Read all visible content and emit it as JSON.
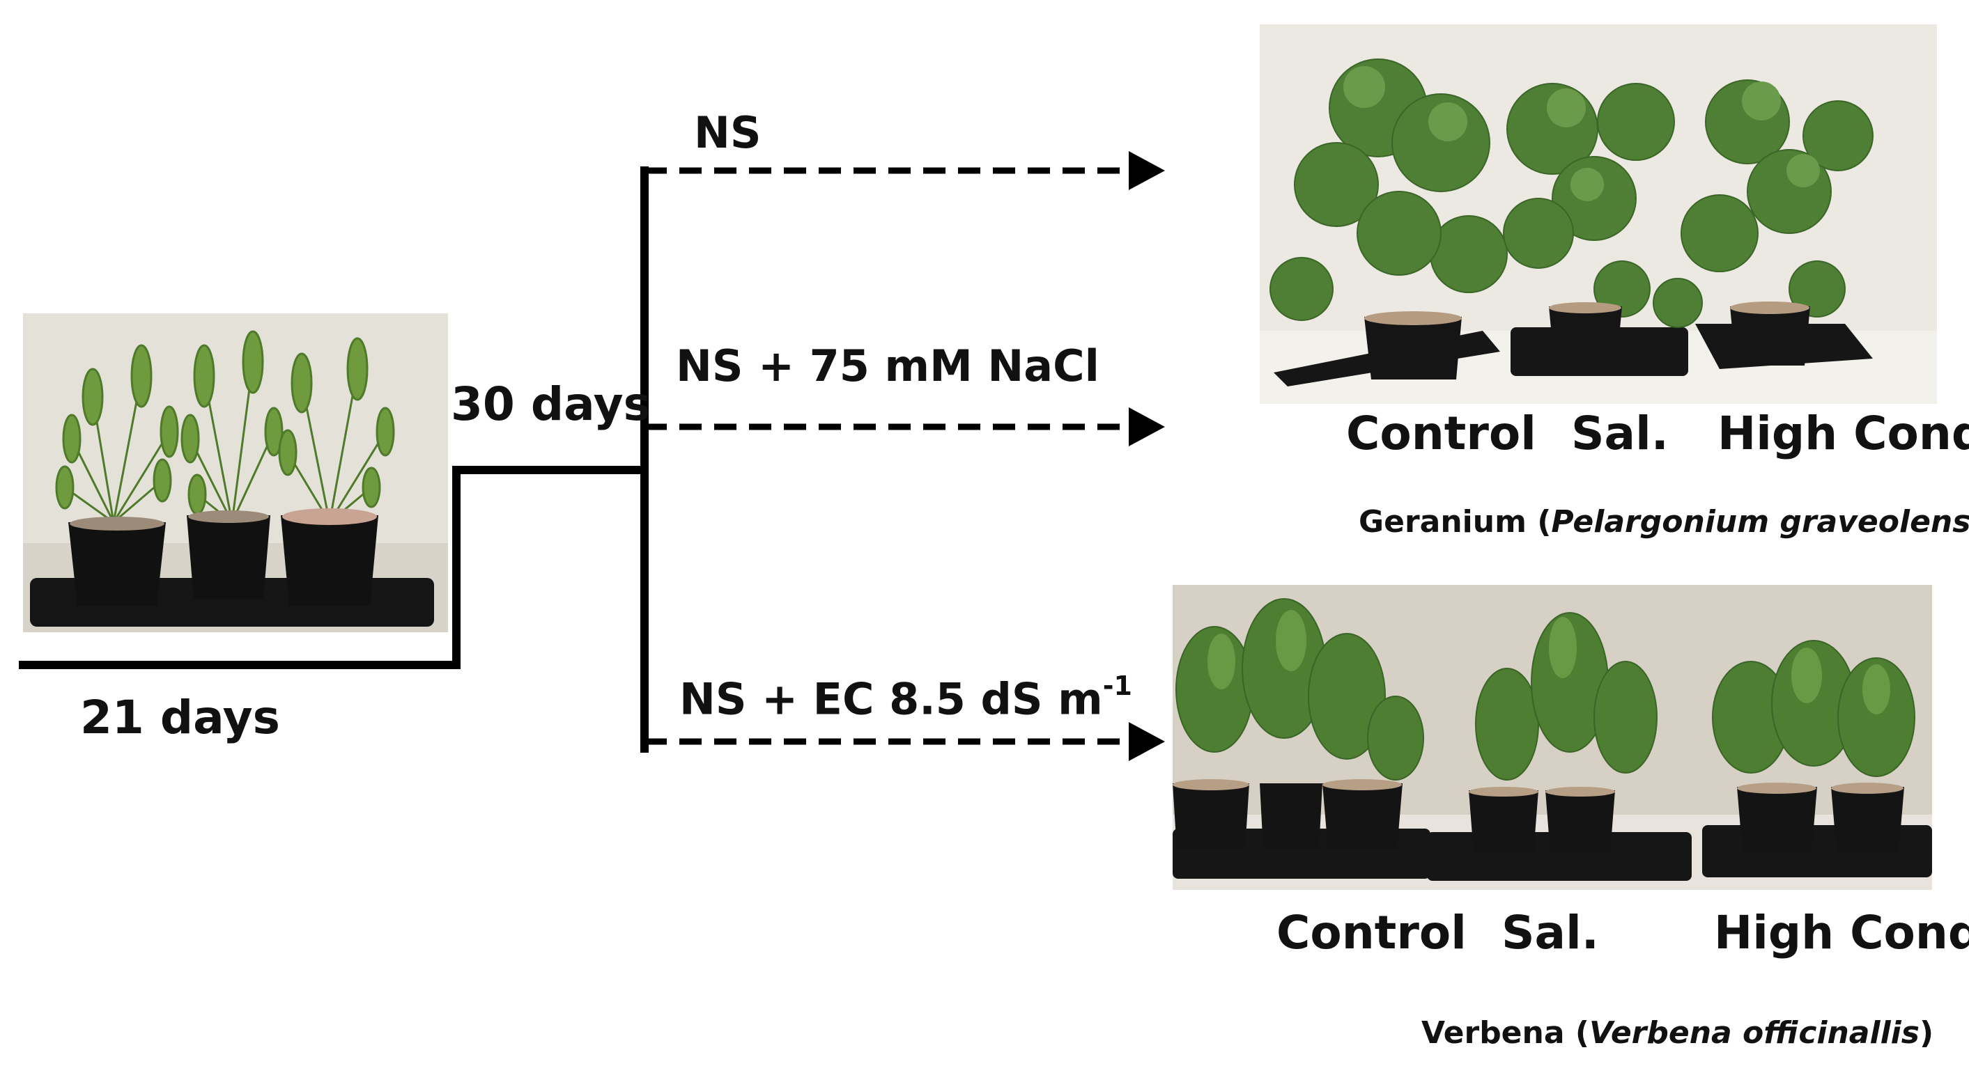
{
  "timeline": {
    "start_label": "21 days",
    "branch_label": "30 days"
  },
  "treatments": [
    {
      "label": "NS",
      "superscript": ""
    },
    {
      "label": "NS + 75 mM NaCl",
      "superscript": ""
    },
    {
      "label": "NS + EC 8.5 dS m",
      "superscript": "-1"
    }
  ],
  "geranium": {
    "labels": [
      "Control",
      "Sal.",
      "High Cond."
    ],
    "caption_common": "Geranium (",
    "caption_latin": "Pelargonium graveolens",
    "caption_close": ")"
  },
  "verbena": {
    "labels": [
      "Control",
      "Sal.",
      "High Cond."
    ],
    "caption_common": "Verbena (",
    "caption_latin": "Verbena officinallis",
    "caption_close": ")"
  },
  "colors": {
    "line": "#000000",
    "leaf": "#5f8f3c",
    "leaf_dark": "#3f6b2a",
    "pot": "#1a1a1a",
    "wall": "#e9e6de"
  }
}
